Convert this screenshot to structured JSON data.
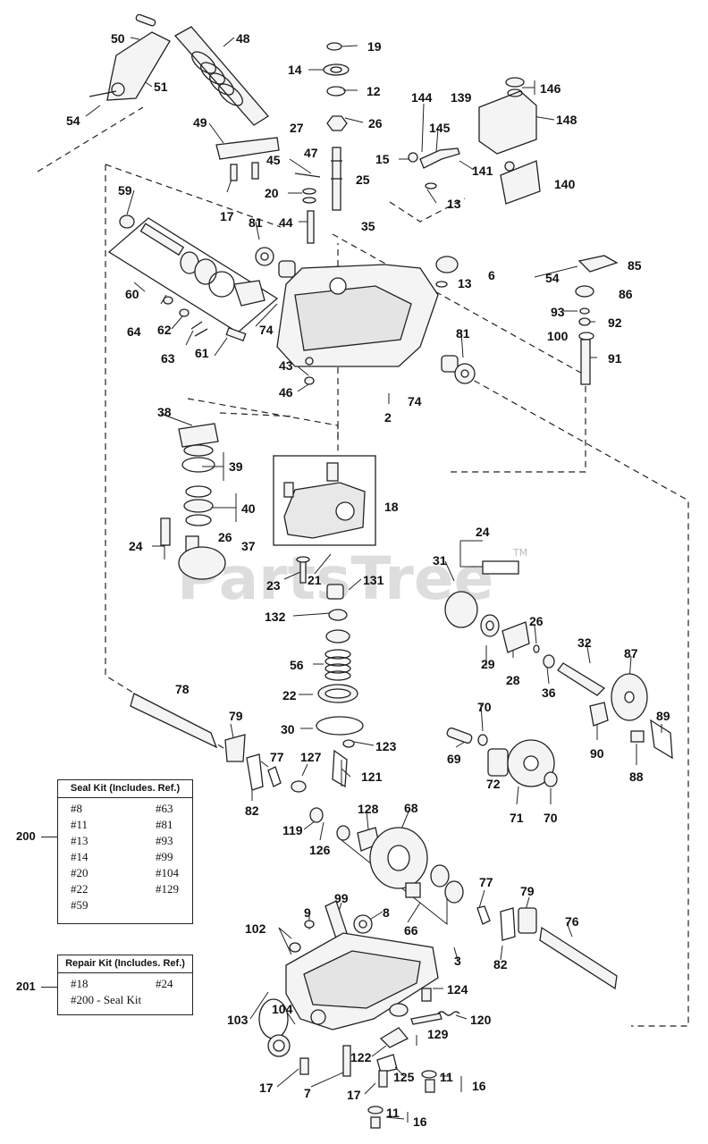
{
  "watermark": {
    "text": "PartsTree",
    "tm": "TM"
  },
  "callouts": {
    "c50": "50",
    "c48": "48",
    "c51": "51",
    "c54a": "54",
    "c49": "49",
    "c27": "27",
    "c19": "19",
    "c14": "14",
    "c12": "12",
    "c26a": "26",
    "c144": "144",
    "c139": "139",
    "c146": "146",
    "c148": "148",
    "c145": "145",
    "c15": "15",
    "c45": "45",
    "c47": "47",
    "c20": "20",
    "c25": "25",
    "c13a": "13",
    "c141": "141",
    "c140": "140",
    "c17a": "17",
    "c59": "59",
    "c81a": "81",
    "c44": "44",
    "c35": "35",
    "c6": "6",
    "c13b": "13",
    "c54b": "54",
    "c85": "85",
    "c86": "86",
    "c93": "93",
    "c92": "92",
    "c100": "100",
    "c91": "91",
    "c60": "60",
    "c64": "64",
    "c62": "62",
    "c74a": "74",
    "c63": "63",
    "c61": "61",
    "c81b": "81",
    "c43": "43",
    "c46": "46",
    "c2": "2",
    "c74b": "74",
    "c38": "38",
    "c39": "39",
    "c40": "40",
    "c26b": "26",
    "c24a": "24",
    "c37": "37",
    "c18": "18",
    "c24b": "24",
    "c31": "31",
    "c23": "23",
    "c21": "21",
    "c131": "131",
    "c132": "132",
    "c26c": "26",
    "c29": "29",
    "c28": "28",
    "c32": "32",
    "c87": "87",
    "c56": "56",
    "c36": "36",
    "c78": "78",
    "c22": "22",
    "c79a": "79",
    "c30": "30",
    "c123": "123",
    "c70a": "70",
    "c89": "89",
    "c90": "90",
    "c77a": "77",
    "c127": "127",
    "c121": "121",
    "c69": "69",
    "c88": "88",
    "c82a": "82",
    "c72": "72",
    "c71": "71",
    "c70b": "70",
    "c128": "128",
    "c68": "68",
    "c119": "119",
    "c126": "126",
    "c77b": "77",
    "c79b": "79",
    "c99": "99",
    "c9": "9",
    "c8": "8",
    "c66": "66",
    "c3": "3",
    "c82b": "82",
    "c76": "76",
    "c102": "102",
    "c124": "124",
    "c103": "103",
    "c104": "104",
    "c129": "129",
    "c120": "120",
    "c122": "122",
    "c125": "125",
    "c11a": "11",
    "c16a": "16",
    "c17b": "17",
    "c7": "7",
    "c17c": "17",
    "c11b": "11",
    "c16b": "16"
  },
  "seal_kit": {
    "number": "200",
    "title": "Seal Kit (Includes. Ref.)",
    "items": [
      "#8",
      "#63",
      "#11",
      "#81",
      "#13",
      "#93",
      "#14",
      "#99",
      "#20",
      "#104",
      "#22",
      "#129",
      "#59"
    ]
  },
  "repair_kit": {
    "number": "201",
    "title": "Repair Kit (Includes. Ref.)",
    "items": [
      "#18",
      "#24",
      "#200 - Seal Kit"
    ]
  }
}
